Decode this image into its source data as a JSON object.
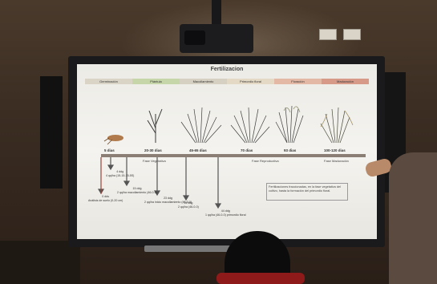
{
  "slide": {
    "title": "Fertilizacion",
    "stages": [
      "Germinación",
      "Plántula",
      "Macollamiento",
      "Primordio floral",
      "Floración",
      "Maduración"
    ],
    "days": [
      "5 dias",
      "20-30 dias",
      "45-65 dias",
      "70 dias",
      "93 dias",
      "100-120 dias"
    ],
    "phases": [
      "Fase Vegetativa",
      "Fase Reproductiva",
      "Fase Maduración"
    ],
    "applications": [
      {
        "timing": "0 dds",
        "detail": "Análisis de suelo (0-20 cm)"
      },
      {
        "timing": "4 ddg",
        "detail": "4 qq/ha (15-15-15-5S)"
      },
      {
        "timing": "15 ddg",
        "detail": "2 qq/ha macollamiento (46-0-0)"
      },
      {
        "timing": "23 ddg",
        "detail": "2 qq/ha inicio macollamiento (46-0-0)"
      },
      {
        "timing": "34 ddg",
        "detail": "2 qq/ha (46-0-0)"
      },
      {
        "timing": "44 ddg",
        "detail": "1 qq/ha (46-0-0) primordio floral"
      }
    ],
    "note": "Fertilizaciones fraccionadas, en la fase vegetativa del cultivo, hasta la formación del primordio floral."
  }
}
